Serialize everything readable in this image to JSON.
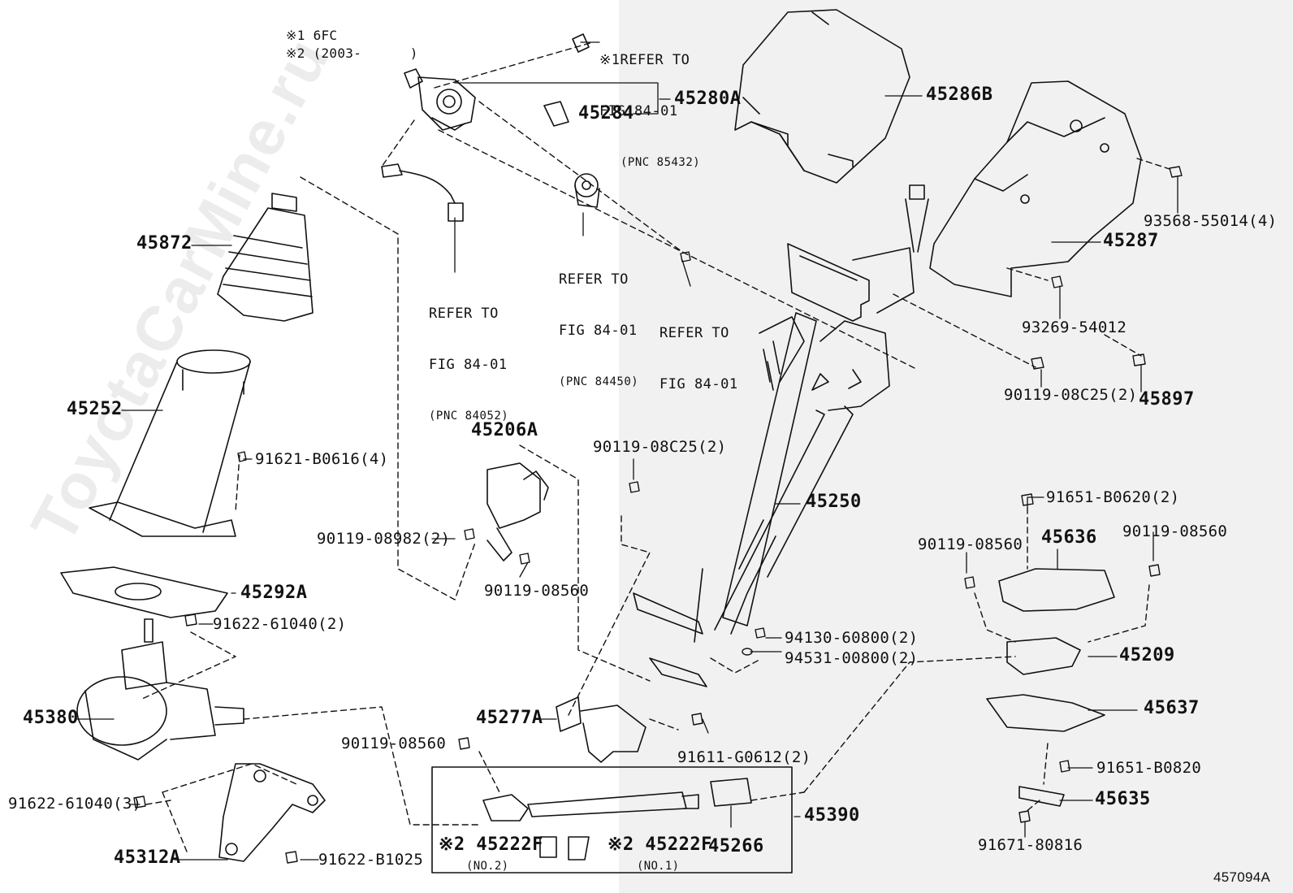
{
  "notes": {
    "n1": "※1 6FC",
    "n2": "※2 (2003-      )"
  },
  "watermark": "ToyotaCarMine.ru",
  "figure_id": "457094A",
  "refs": {
    "r1": {
      "line1": "※1REFER TO",
      "line2": "FIG 84-01",
      "pnc": "(PNC 85432)"
    },
    "r2": {
      "line1": "REFER TO",
      "line2": "FIG 84-01",
      "pnc": "(PNC 84052)"
    },
    "r3": {
      "line1": "REFER TO",
      "line2": "FIG 84-01",
      "pnc": "(PNC 84450)"
    },
    "r4": {
      "line1": "REFER TO",
      "line2": "FIG 84-01"
    }
  },
  "parts": {
    "p45280A": "45280A",
    "p45284": "45284",
    "p45286B": "45286B",
    "p45287": "45287",
    "p93568": "93568-55014(4)",
    "p93269": "93269-54012",
    "p90119_08C25_r": "90119-08C25(2)",
    "p45897": "45897",
    "p45872": "45872",
    "p45252": "45252",
    "p91621": "91621-B0616(4)",
    "p45206A": "45206A",
    "p90119_08982": "90119-08982(2)",
    "p90119_08560_a": "90119-08560",
    "p90119_08C25_c": "90119-08C25(2)",
    "p45250": "45250",
    "p91651_B0620": "91651-B0620(2)",
    "p90119_08560_b": "90119-08560",
    "p45636": "45636",
    "p90119_08560_c": "90119-08560",
    "p45292A": "45292A",
    "p91622_61040_2": "91622-61040(2)",
    "p94130": "94130-60800(2)",
    "p94531": "94531-00800(2)",
    "p45209": "45209",
    "p45637": "45637",
    "p45380": "45380",
    "p45277A": "45277A",
    "p91611": "91611-G0612(2)",
    "p90119_08560_d": "90119-08560",
    "p91651_B0820": "91651-B0820",
    "p45635": "45635",
    "p91622_61040_3": "91622-61040(3)",
    "p45390": "45390",
    "p45312A": "45312A",
    "p91622_B1025": "91622-B1025",
    "p45222F_2": "※2 45222F",
    "p45222F_2_sub": "(NO.2)",
    "p45222F_1": "※2 45222F",
    "p45222F_1_sub": "(NO.1)",
    "p45266": "45266",
    "p91671": "91671-80816"
  }
}
